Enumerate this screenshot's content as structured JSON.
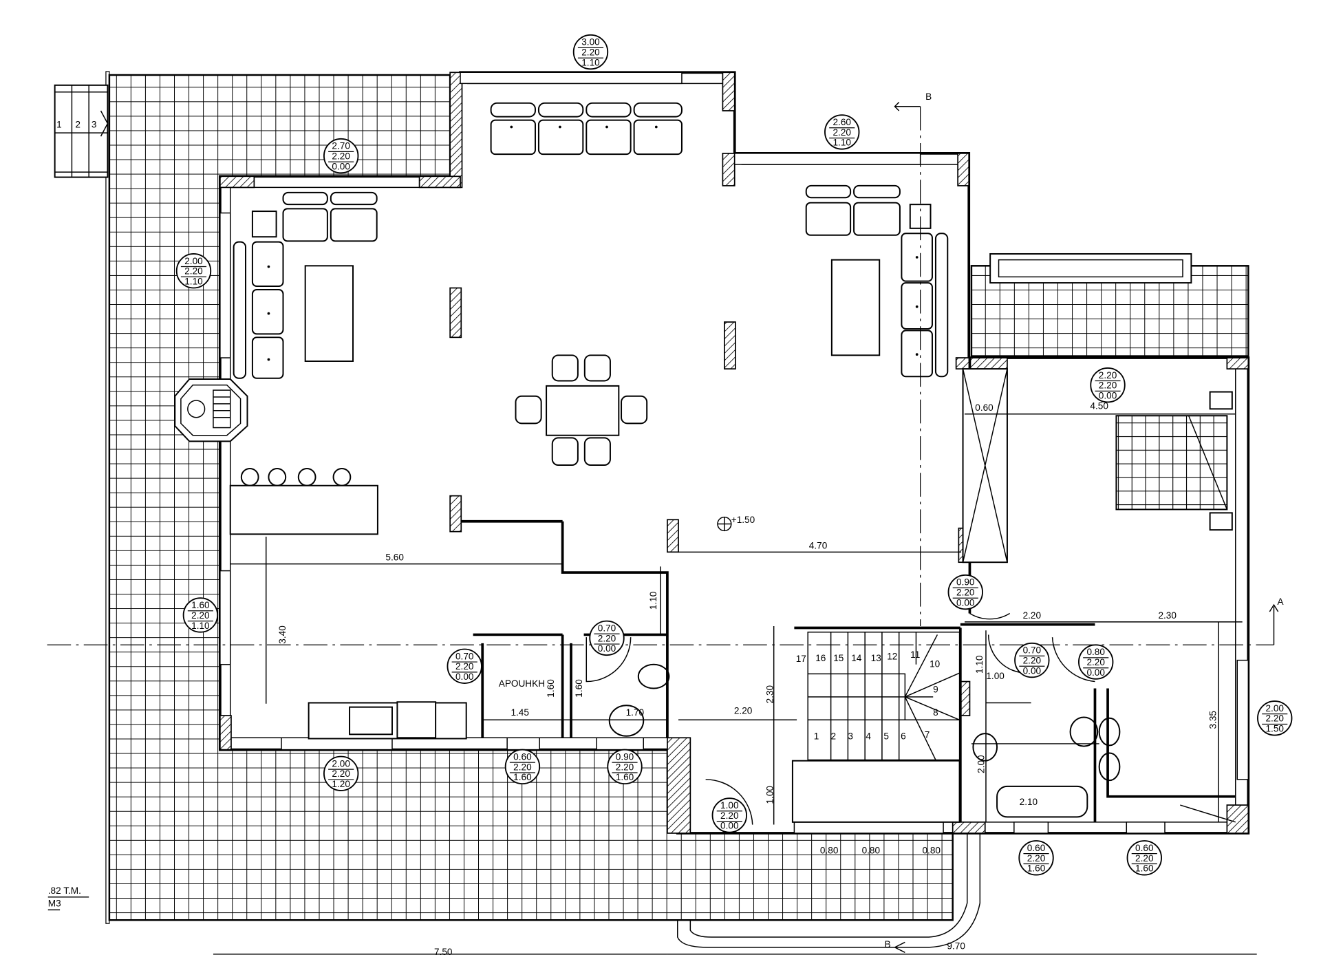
{
  "drawing": {
    "title": "Ground floor plan",
    "storage_room_label": "APOUHKH",
    "elevation_mark": "+1.50",
    "section_marks": [
      "B",
      "B",
      "A"
    ],
    "area_note": ".82 T.M.",
    "area_note_unit": "M3",
    "entry_stair_steps": [
      "1",
      "2",
      "3"
    ],
    "stair_steps": [
      "1",
      "2",
      "3",
      "4",
      "5",
      "6",
      "7",
      "8",
      "9",
      "10",
      "11",
      "12",
      "13",
      "14",
      "15",
      "16",
      "17"
    ]
  },
  "opening_tags": [
    {
      "width": "3.00",
      "height": "2.20",
      "sill": "1.10"
    },
    {
      "width": "2.70",
      "height": "2.20",
      "sill": "0.00"
    },
    {
      "width": "2.60",
      "height": "2.20",
      "sill": "1.10"
    },
    {
      "width": "2.00",
      "height": "2.20",
      "sill": "1.10"
    },
    {
      "width": "1.60",
      "height": "2.20",
      "sill": "1.10"
    },
    {
      "width": "0.70",
      "height": "2.20",
      "sill": "0.00"
    },
    {
      "width": "0.70",
      "height": "2.20",
      "sill": "0.00"
    },
    {
      "width": "2.00",
      "height": "2.20",
      "sill": "1.20"
    },
    {
      "width": "0.60",
      "height": "2.20",
      "sill": "1.60"
    },
    {
      "width": "0.90",
      "height": "2.20",
      "sill": "1.60"
    },
    {
      "width": "1.00",
      "height": "2.20",
      "sill": "0.00"
    },
    {
      "width": "0.90",
      "height": "2.20",
      "sill": "0.00"
    },
    {
      "width": "0.70",
      "height": "2.20",
      "sill": "0.00"
    },
    {
      "width": "0.80",
      "height": "2.20",
      "sill": "0.00"
    },
    {
      "width": "2.20",
      "height": "2.20",
      "sill": "0.00"
    },
    {
      "width": "2.00",
      "height": "2.20",
      "sill": "1.50"
    },
    {
      "width": "0.60",
      "height": "2.20",
      "sill": "1.60"
    },
    {
      "width": "0.60",
      "height": "2.20",
      "sill": "1.60"
    }
  ],
  "dimensions": [
    "5.60",
    "4.70",
    "3.40",
    "1.10",
    "1.60",
    "1.60",
    "1.45",
    "1.70",
    "2.20",
    "2.30",
    "1.00",
    "0.60",
    "4.50",
    "2.20",
    "2.30",
    "1.10",
    "1.00",
    "2.00",
    "2.10",
    "3.35",
    "0.80",
    "0.80",
    "0.80",
    "7.50",
    "9.70"
  ]
}
